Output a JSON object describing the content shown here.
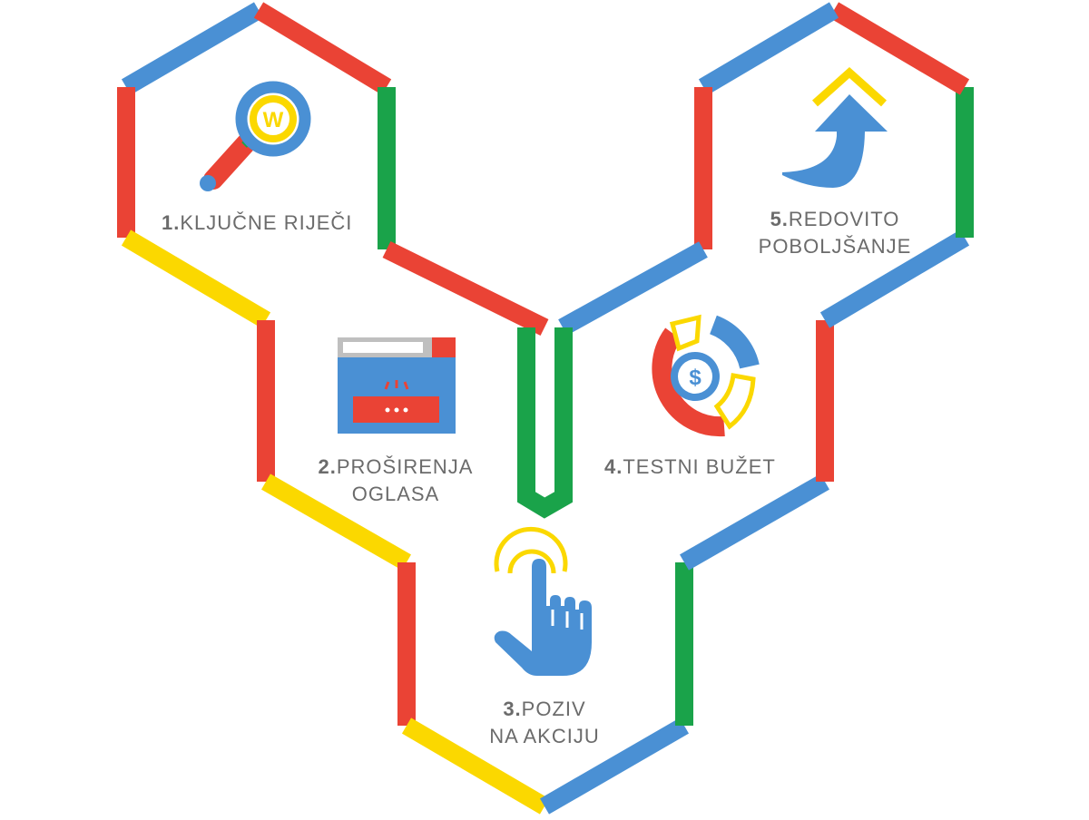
{
  "colors": {
    "red": "#ea4335",
    "blue": "#4a90d4",
    "green": "#1aa34a",
    "yellow": "#fbd800",
    "text": "#6b6b6b"
  },
  "steps": [
    {
      "number": "1.",
      "line1": "KLJUČNE RIJEČI",
      "line2": "",
      "icon": "magnifier-w-icon"
    },
    {
      "number": "2.",
      "line1": "PROŠIRENJA",
      "line2": "OGLASA",
      "icon": "browser-ad-icon"
    },
    {
      "number": "3.",
      "line1": "POZIV",
      "line2": "NA AKCIJU",
      "icon": "tap-hand-icon"
    },
    {
      "number": "4.",
      "line1": "TESTNI BUŽET",
      "line2": "",
      "icon": "budget-donut-icon"
    },
    {
      "number": "5.",
      "line1": "REDOVITO",
      "line2": "POBOLJŠANJE",
      "icon": "improvement-arrow-icon"
    }
  ],
  "icon_glyphs": {
    "magnifier_letter": "W",
    "dollar_sign": "$",
    "ad_dots": "• • •"
  }
}
